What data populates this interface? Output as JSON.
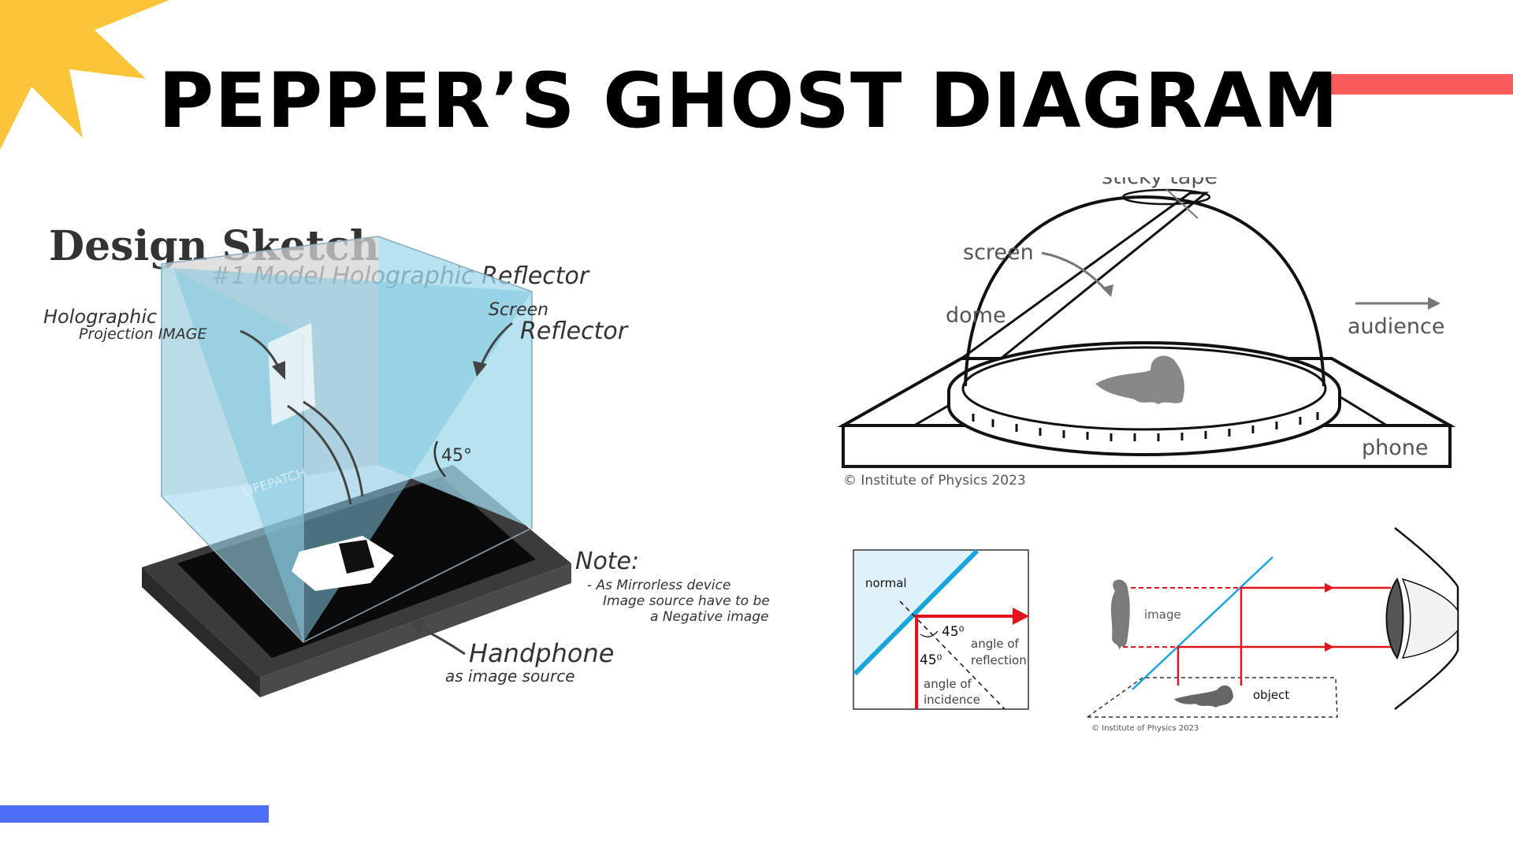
{
  "title": "PEPPER’S GHOST DIAGRAM",
  "colors": {
    "accent_red": "#f95a5a",
    "accent_blue": "#4d6ff5",
    "accent_yellow": "#fcc438",
    "glass": "#9fd9ec",
    "ray_red": "#e3121b",
    "mirror_blue": "#1ba3dc"
  },
  "sketch": {
    "heading": "Design Sketch",
    "subheading": "#1 Model Holographic Reflector",
    "label_image_1": "Holographic",
    "label_image_2": "Projection IMAGE",
    "label_screen_1": "Screen",
    "label_screen_2": "Reflector",
    "angle": "45°",
    "logo_text": "LIFEPATCH",
    "note_title": "Note:",
    "note_1": "- As Mirrorless device",
    "note_2": "Image source have to be",
    "note_3": "a Negative image",
    "phone_1": "Handphone",
    "phone_2": "as image source"
  },
  "dome": {
    "sticky_tape": "sticky tape",
    "screen": "screen",
    "dome": "dome",
    "audience": "audience",
    "phone": "phone",
    "copyright": "© Institute of Physics 2023"
  },
  "reflection": {
    "normal": "normal",
    "angle_top": "45⁰",
    "angle_bottom": "45⁰",
    "reflection_1": "angle of",
    "reflection_2": "reflection",
    "incidence_1": "angle of",
    "incidence_2": "incidence"
  },
  "eye_diagram": {
    "image": "image",
    "object": "object",
    "copyright": "© Institute of Physics 2023"
  }
}
